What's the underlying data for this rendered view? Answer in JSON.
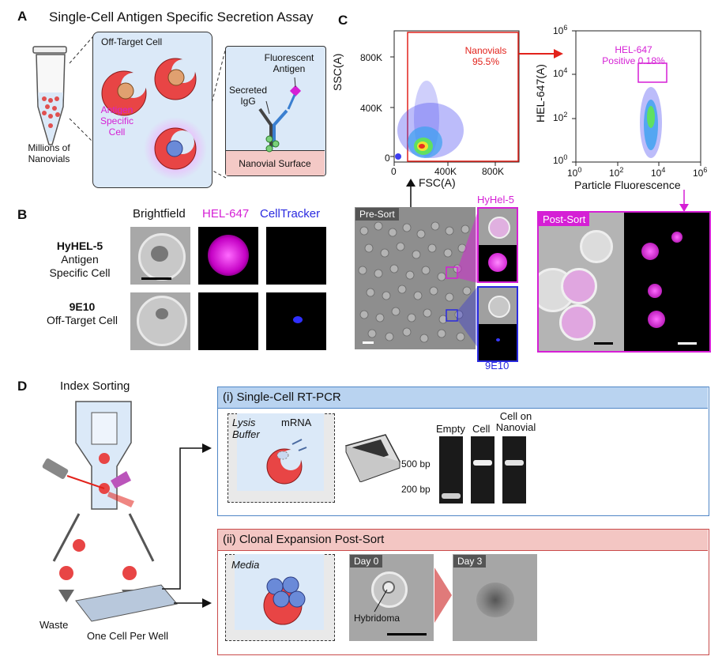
{
  "panel_a": {
    "letter": "A",
    "title": "Single-Cell Antigen Specific Secretion Assay",
    "tube_label": "Millions of Nanovials",
    "off_target": "Off-Target Cell",
    "antigen_specific": "Antigen Specific Cell",
    "fluorescent_antigen": "Fluorescent Antigen",
    "secreted_igg": "Secreted IgG",
    "nanovial_surface": "Nanovial Surface"
  },
  "panel_b": {
    "letter": "B",
    "col_brightfield": "Brightfield",
    "col_hel": "HEL-647",
    "col_celltracker": "CellTracker",
    "row1_bold": "HyHEL-5",
    "row1_line2": "Antigen",
    "row1_line3": "Specific Cell",
    "row2_bold": "9E10",
    "row2_line2": "Off-Target Cell"
  },
  "panel_c": {
    "letter": "C",
    "plot1": {
      "ylabel": "SSC(A)",
      "xlabel": "FSC(A)",
      "yticks": [
        "0",
        "400K",
        "800K"
      ],
      "xticks": [
        "0",
        "400K",
        "800K"
      ],
      "gate_name": "Nanovials",
      "gate_pct": "95.5%"
    },
    "plot2": {
      "ylabel": "HEL-647(A)",
      "xlabel": "Particle Fluorescence",
      "ytick_base": [
        "10",
        "10",
        "10",
        "10"
      ],
      "ytick_exp": [
        "0",
        "2",
        "4",
        "6"
      ],
      "xtick_base": [
        "10",
        "10",
        "10",
        "10"
      ],
      "xtick_exp": [
        "0",
        "2",
        "4",
        "6"
      ],
      "gate_name": "HEL-647",
      "gate_pct": "Positive 0.18%"
    },
    "presort": "Pre-Sort",
    "hyhel": "HyHel-5",
    "e9": "9E10",
    "postsort": "Post-Sort"
  },
  "panel_d": {
    "letter": "D",
    "index_sorting": "Index Sorting",
    "waste": "Waste",
    "one_cell": "One Cell Per Well",
    "rtpcr_title": "(i) Single-Cell RT-PCR",
    "lysis": "Lysis",
    "buffer": "Buffer",
    "mrna": "mRNA",
    "gel_empty": "Empty",
    "gel_cell": "Cell",
    "gel_cell_on": "Cell on",
    "gel_nanovial": "Nanovial",
    "bp500": "500 bp",
    "bp200": "200 bp",
    "clonal_title": "(ii) Clonal Expansion Post-Sort",
    "media": "Media",
    "day0": "Day 0",
    "day3": "Day 3",
    "hybridoma": "Hybridoma"
  },
  "colors": {
    "magenta": "#d51fd5",
    "red": "#e2221b",
    "blue": "#2a2ae0",
    "box_blue": "#dbe9f8",
    "box_red": "#f4c9c6"
  }
}
